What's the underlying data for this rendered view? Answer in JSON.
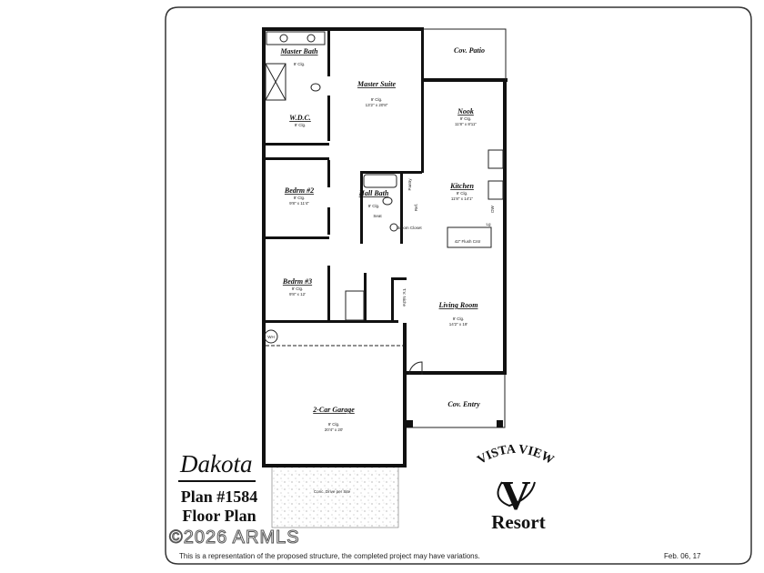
{
  "plan": {
    "name": "Dakota",
    "number": "Plan #1584",
    "type": "Floor Plan",
    "disclaimer": "This is a representation of the proposed structure, the completed project may have variations.",
    "date": "Feb. 06, 17"
  },
  "logo": {
    "arc_text": "VISTA VIEW",
    "monogram": "V",
    "bottom_text": "Resort"
  },
  "watermark": "©2026 ARMLS",
  "rooms": {
    "master_bath": {
      "name": "Master Bath",
      "ceiling": "9' Clg."
    },
    "wdc": {
      "name": "W.D.C.",
      "ceiling": "9' Clg."
    },
    "master_suite": {
      "name": "Master Suite",
      "ceiling": "9' Clg.",
      "size": "13'2\" x 20'8\""
    },
    "cov_patio": {
      "name": "Cov. Patio"
    },
    "nook": {
      "name": "Nook",
      "ceiling": "9' Clg.",
      "size": "11'8\" x 8'11\""
    },
    "bedrm2": {
      "name": "Bedrm #2",
      "ceiling": "9' Clg.",
      "size": "9'8\" x 11'4\""
    },
    "hall_bath": {
      "name": "Hall Bath",
      "ceiling": "9' Clg."
    },
    "pantry": {
      "name": "Pantry"
    },
    "ref": {
      "name": "Ref."
    },
    "broom": {
      "name": "Broom Closet"
    },
    "seat": {
      "name": "Seat"
    },
    "kitchen": {
      "name": "Kitchen",
      "ceiling": "9' Clg.",
      "size": "11'8\" x 14'1\""
    },
    "dw": {
      "name": "DW"
    },
    "lg": {
      "name": "Lg"
    },
    "bar": {
      "name": "42\" Flush Cntr"
    },
    "bedrm3": {
      "name": "Bedrm #3",
      "ceiling": "9' Clg.",
      "size": "9'8\" x 12'"
    },
    "tv": {
      "name": "T.V. Niche"
    },
    "living": {
      "name": "Living Room",
      "ceiling": "9' Clg.",
      "size": "14'2\" x 19'"
    },
    "wh": {
      "name": "WH"
    },
    "cov_entry": {
      "name": "Cov. Entry"
    },
    "garage": {
      "name": "2-Car Garage",
      "ceiling": "9' Clg.",
      "size": "20'4\" x 20'"
    },
    "drive": {
      "name": "Conc. Drive per Site"
    }
  }
}
